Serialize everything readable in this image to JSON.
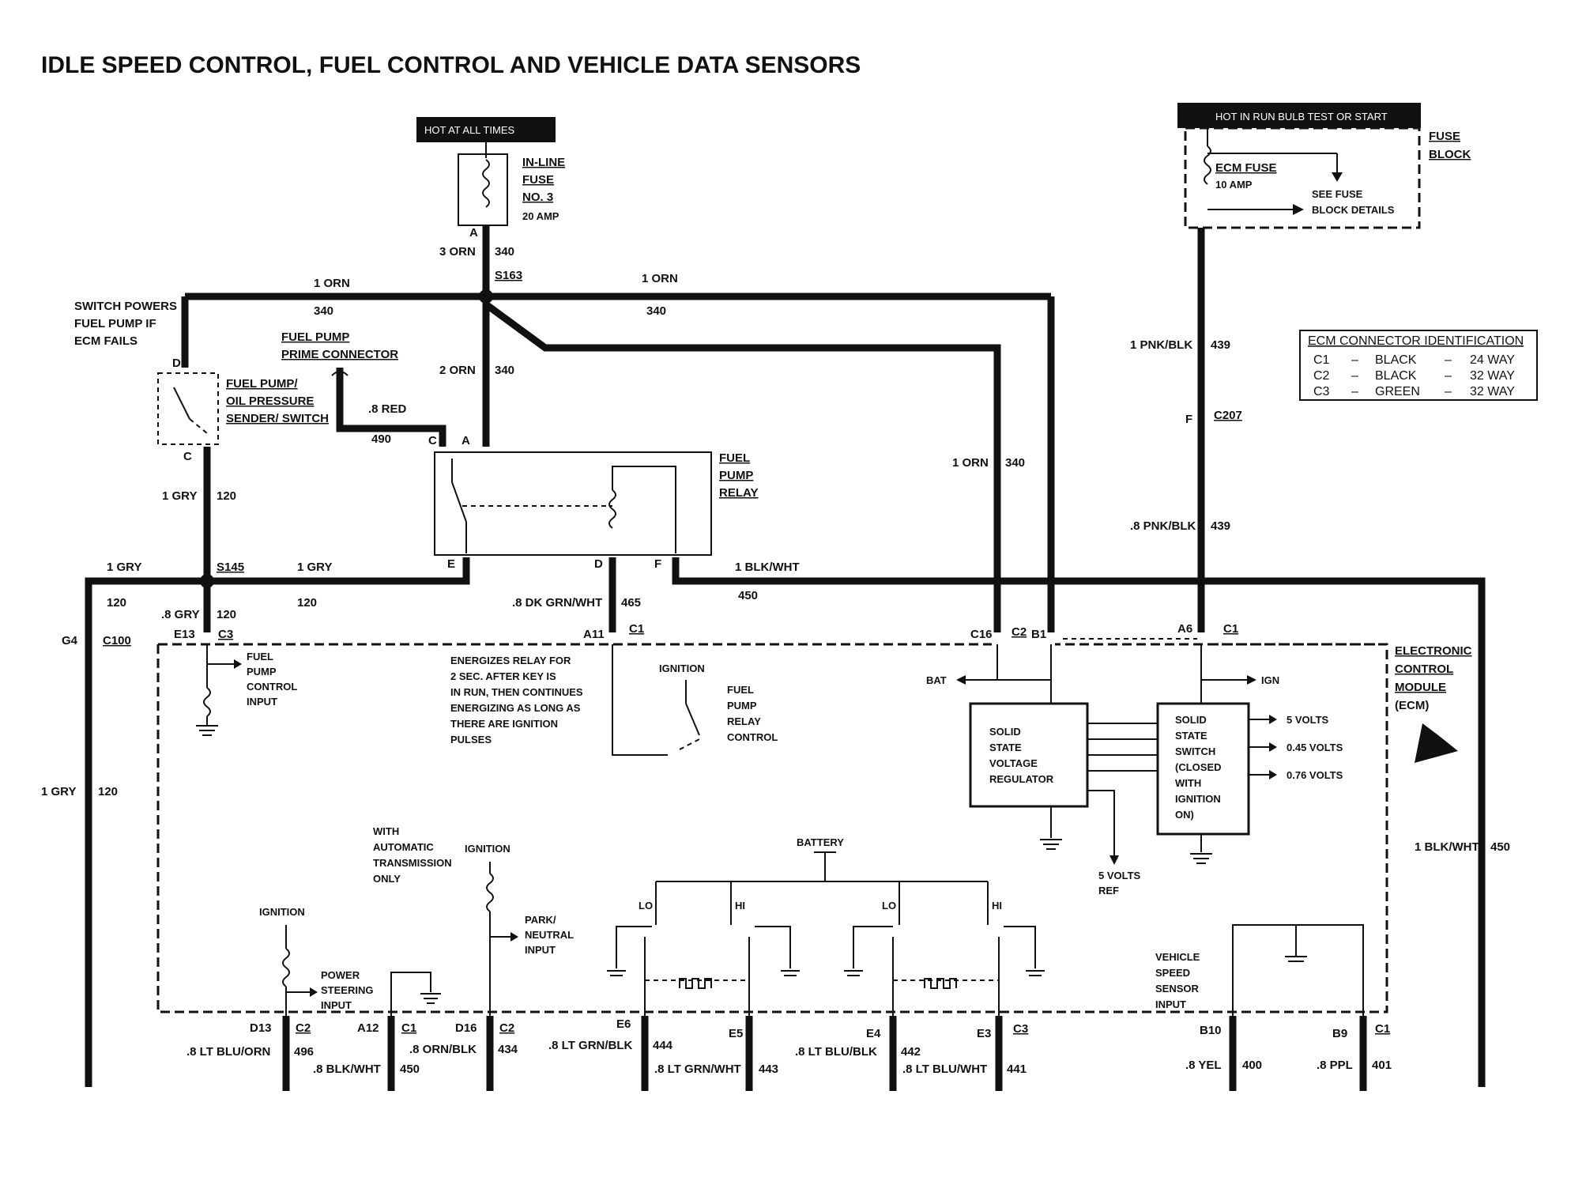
{
  "title": "IDLE SPEED CONTROL, FUEL CONTROL AND VEHICLE DATA SENSORS",
  "power": {
    "hot_at_all_times": "HOT AT ALL TIMES",
    "hot_in_run": "HOT IN RUN BULB TEST OR START"
  },
  "inline_fuse": {
    "line1": "IN-LINE",
    "line2": "FUSE",
    "line3": "NO. 3",
    "rating": "20 AMP",
    "pin": "A"
  },
  "fuse_block": {
    "label1": "FUSE",
    "label2": "BLOCK",
    "fuse": "ECM FUSE",
    "rating": "10 AMP",
    "see1": "SEE FUSE",
    "see2": "BLOCK DETAILS"
  },
  "wires": {
    "w3orn": "3 ORN",
    "c340": "340",
    "splice_s163": "S163",
    "orn1_left": "1 ORN",
    "orn1_right": "1 ORN",
    "orn2": "2 ORN",
    "red8": ".8 RED",
    "c490": "490",
    "gry1": "1 GRY",
    "c120": "120",
    "splice_s145": "S145",
    "gry8": ".8 GRY",
    "dkgrn": ".8 DK GRN/WHT",
    "c465": "465",
    "blkwht1": "1 BLK/WHT",
    "c450": "450",
    "pnkblk1": "1 PNK/BLK",
    "pnkblk8": ".8 PNK/BLK",
    "c439": "439",
    "conn_c207": "C207",
    "pin_f": "F"
  },
  "switch_note": [
    "SWITCH POWERS",
    "FUEL PUMP IF",
    "ECM FAILS"
  ],
  "fp_switch": [
    "FUEL PUMP/",
    "OIL PRESSURE",
    "SENDER/ SWITCH"
  ],
  "prime_conn": [
    "FUEL PUMP",
    "PRIME CONNECTOR"
  ],
  "relay": [
    "FUEL",
    "PUMP",
    "RELAY"
  ],
  "pins": {
    "d": "D",
    "c": "C",
    "a": "A",
    "e": "E",
    "f": "F",
    "g4": "G4",
    "c100": "C100",
    "e13": "E13",
    "c3": "C3",
    "a11": "A11",
    "c1": "C1",
    "c16": "C16",
    "c2": "C2",
    "b1": "B1",
    "a6": "A6"
  },
  "ecm_conn_table": {
    "heading": "ECM CONNECTOR IDENTIFICATION",
    "rows": [
      {
        "id": "C1",
        "color": "BLACK",
        "way": "24 WAY"
      },
      {
        "id": "C2",
        "color": "BLACK",
        "way": "32 WAY"
      },
      {
        "id": "C3",
        "color": "GREEN",
        "way": "32 WAY"
      }
    ],
    "dash": "–"
  },
  "ecm": [
    "ELECTRONIC",
    "CONTROL",
    "MODULE",
    "(ECM)"
  ],
  "fp_control_input": [
    "FUEL",
    "PUMP",
    "CONTROL",
    "INPUT"
  ],
  "energize_note": [
    "ENERGIZES RELAY FOR",
    "2 SEC. AFTER KEY IS",
    "IN RUN, THEN CONTINUES",
    "ENERGIZING AS LONG AS",
    "THERE ARE IGNITION",
    "PULSES"
  ],
  "relay_control": {
    "ignition": "IGNITION",
    "lines": [
      "FUEL",
      "PUMP",
      "RELAY",
      "CONTROL"
    ]
  },
  "regulator": [
    "SOLID",
    "STATE",
    "VOLTAGE",
    "REGULATOR"
  ],
  "switch_block": [
    "SOLID",
    "STATE",
    "SWITCH",
    "(CLOSED",
    "WITH",
    "IGNITION",
    "ON)"
  ],
  "bat": "BAT",
  "ign": "IGN",
  "volts": [
    "5 VOLTS",
    "0.45 VOLTS",
    "0.76 VOLTS"
  ],
  "ref": [
    "5 VOLTS",
    "REF"
  ],
  "gry_left": {
    "wire": "1 GRY",
    "circuit": "120"
  },
  "blk_right": {
    "wire": "1 BLK/WHT",
    "circuit": "450"
  },
  "bottom": {
    "ignition": "IGNITION",
    "auto_trans": [
      "WITH",
      "AUTOMATIC",
      "TRANSMISSION",
      "ONLY"
    ],
    "power_steering": [
      "POWER",
      "STEERING",
      "INPUT"
    ],
    "park_neutral": [
      "PARK/",
      "NEUTRAL",
      "INPUT"
    ],
    "battery": "BATTERY",
    "lo": "LO",
    "hi": "HI",
    "vss": [
      "VEHICLE",
      "SPEED",
      "SENSOR",
      "INPUT"
    ],
    "pins": [
      "D13",
      "C2",
      "A12",
      "C1",
      "D16",
      "C2",
      "E6",
      "E5",
      "E4",
      "E3",
      "C3",
      "B10",
      "B9",
      "C1"
    ],
    "wires": [
      ".8 LT BLU/ORN",
      "496",
      ".8 BLK/WHT",
      "450",
      ".8 ORN/BLK",
      "434",
      ".8 LT GRN/BLK",
      "444",
      ".8 LT GRN/WHT",
      "443",
      ".8 LT BLU/BLK",
      "442",
      ".8 LT BLU/WHT",
      "441",
      ".8 YEL",
      "400",
      ".8 PPL",
      "401"
    ]
  }
}
